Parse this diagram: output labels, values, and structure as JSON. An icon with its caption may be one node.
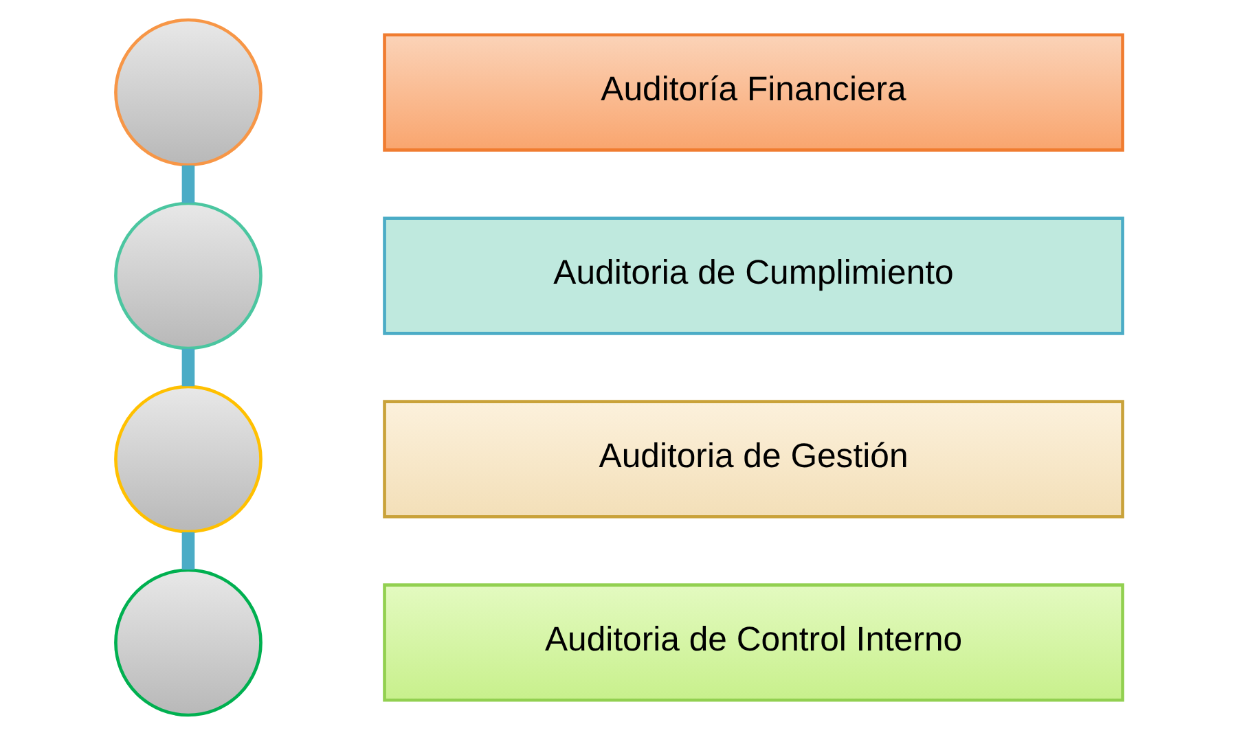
{
  "diagram": {
    "nodes": [
      {
        "text": [],
        "shape": "circle"
      },
      {
        "text": [
          "Auditoría Financiera"
        ]
      },
      {
        "text": [],
        "shape": "circle"
      },
      {
        "text": [
          "Auditoria de Cumplimiento"
        ]
      },
      {
        "text": [],
        "shape": "circle"
      },
      {
        "text": [
          "Auditoria de Gestión"
        ]
      },
      {
        "text": [],
        "shape": "circle"
      },
      {
        "text": [
          "Auditoria de Control Interno"
        ]
      }
    ],
    "edges": [
      {
        "from": 0,
        "to": 2,
        "arrow": "none"
      },
      {
        "from": 2,
        "to": 4,
        "arrow": "none"
      },
      {
        "from": 4,
        "to": 6,
        "arrow": "none"
      }
    ]
  }
}
